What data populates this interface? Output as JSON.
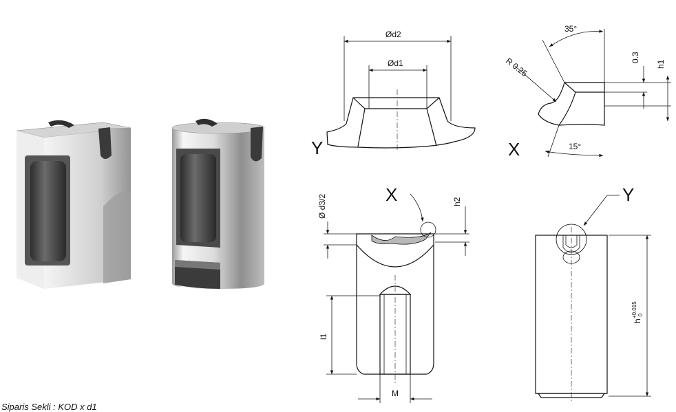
{
  "colors": {
    "ink": "#111111",
    "metal_light": "#e6e6e6",
    "metal_dark": "#3a3a3a",
    "section_shade": "#b5b5b5"
  },
  "views": {
    "detail_y_letter": "Y",
    "detail_x_letter": "X",
    "callout_x_letter": "X",
    "callout_y_letter": "Y"
  },
  "dimensions": {
    "d2": "Ød2",
    "d1": "Ød1",
    "angle_top": "35°",
    "radius": "R 0.25",
    "depth_03": "0.3",
    "h1": "h1",
    "angle_bottom": "15°",
    "d3_half": "Ø d3/2",
    "h2": "h2",
    "l1": "l1",
    "m": "M",
    "h": "h",
    "h_sub": "0",
    "h_sup": "+0.015"
  },
  "caption": "Siparis Sekli : KOD x d1"
}
